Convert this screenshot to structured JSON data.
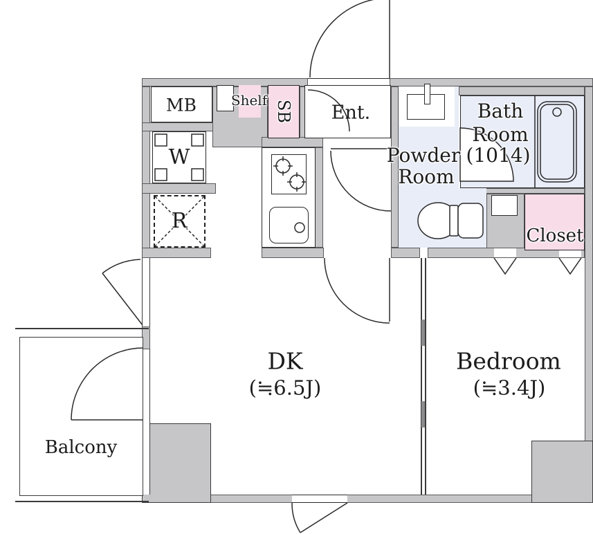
{
  "rooms": {
    "dk": {
      "label": "DK",
      "area": "(≒6.5J)"
    },
    "bedroom": {
      "label": "Bedroom",
      "area": "(≒3.4J)"
    },
    "balcony": {
      "label": "Balcony"
    },
    "entrance": {
      "label": "Ent."
    },
    "powder_room": {
      "label_line1": "Powder",
      "label_line2": "Room"
    },
    "bath_room": {
      "label_line1": "Bath",
      "label_line2": "Room",
      "label_line3": "(1014)"
    },
    "closet": {
      "label": "Closet"
    }
  },
  "fixtures": {
    "meter_box": {
      "label": "MB"
    },
    "washing_machine": {
      "label": "W"
    },
    "refrigerator": {
      "label": "R"
    },
    "shelf": {
      "label": "Shelf"
    },
    "shoe_box": {
      "label": "SB"
    }
  },
  "colors": {
    "wall_gray": "#c6c5c7",
    "accent_pink": "#f8dce8",
    "accent_blue": "#e9edf7",
    "line": "#1c1c1c"
  }
}
